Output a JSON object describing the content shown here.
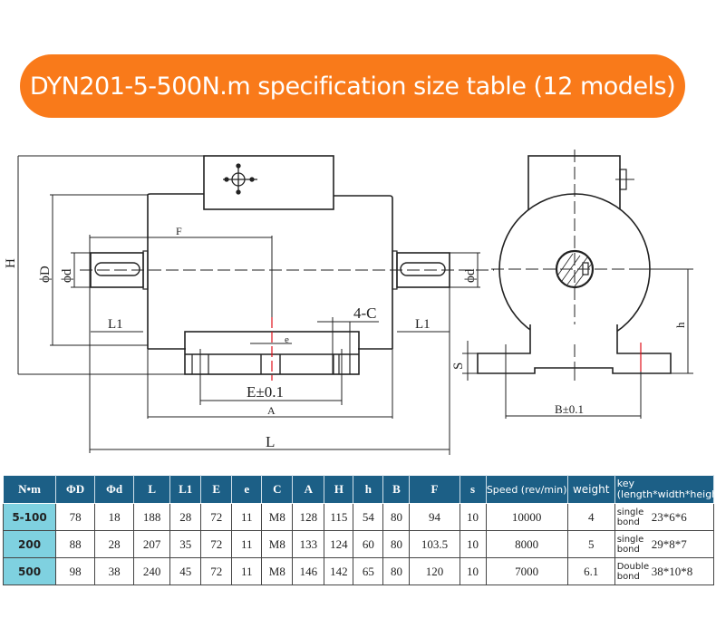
{
  "title": "DYN201-5-500N.m specification size table (12 models)",
  "colors": {
    "title_bg": "#f97a1a",
    "header_bg": "#1c5f86",
    "model_cell_bg": "#7fd1e0",
    "centerline_red": "#e0101a"
  },
  "drawing": {
    "labels": {
      "H": "H",
      "phiD": "ϕD",
      "phid_left": "ϕd",
      "phid_right": "ϕd",
      "F": "F",
      "L1_left": "L1",
      "L1_right": "L1",
      "four_C": "4-C",
      "e": "e",
      "E": "E±0.1",
      "A": "A",
      "L": "L",
      "S": "S",
      "h": "h",
      "B": "B±0.1"
    },
    "icons": [
      "crosshair-connector-icon"
    ]
  },
  "table": {
    "headers": [
      "N•m",
      "ΦD",
      "Φd",
      "L",
      "L1",
      "E",
      "e",
      "C",
      "A",
      "H",
      "h",
      "B",
      "F",
      "s",
      "Speed (rev/min)",
      "weight",
      "key (length*width*height)"
    ],
    "rows": [
      {
        "model": "5-100",
        "D": "78",
        "d": "18",
        "L": "188",
        "L1": "28",
        "E": "72",
        "e": "11",
        "C": "M8",
        "A": "128",
        "H": "115",
        "h": "54",
        "B": "80",
        "F": "94",
        "s": "10",
        "speed": "10000",
        "weight": "4",
        "key_type": "single bond",
        "key_dims": "23*6*6"
      },
      {
        "model": "200",
        "D": "88",
        "d": "28",
        "L": "207",
        "L1": "35",
        "E": "72",
        "e": "11",
        "C": "M8",
        "A": "133",
        "H": "124",
        "h": "60",
        "B": "80",
        "F": "103.5",
        "s": "10",
        "speed": "8000",
        "weight": "5",
        "key_type": "single bond",
        "key_dims": "29*8*7"
      },
      {
        "model": "500",
        "D": "98",
        "d": "38",
        "L": "240",
        "L1": "45",
        "E": "72",
        "e": "11",
        "C": "M8",
        "A": "146",
        "H": "142",
        "h": "65",
        "B": "80",
        "F": "120",
        "s": "10",
        "speed": "7000",
        "weight": "6.1",
        "key_type": "Double bond",
        "key_dims": "38*10*8"
      }
    ]
  }
}
